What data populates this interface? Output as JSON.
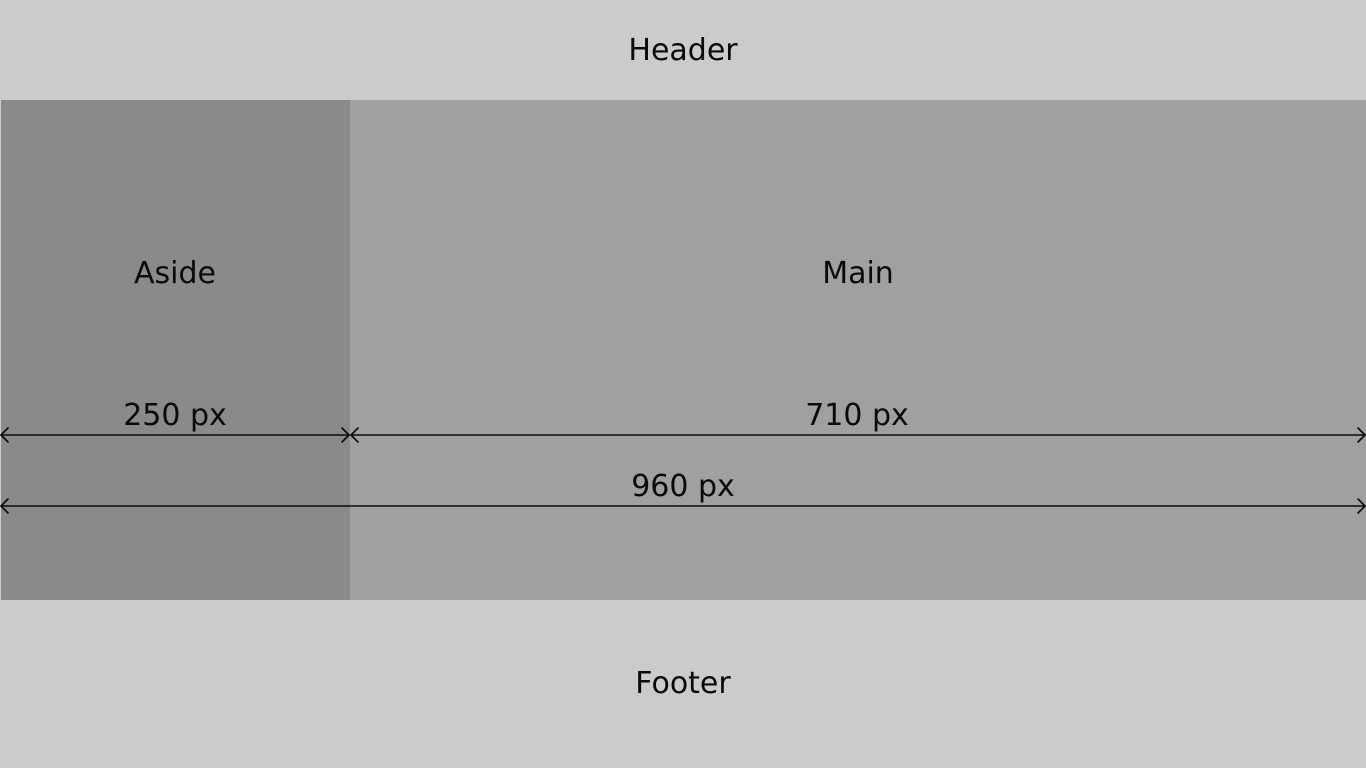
{
  "header": {
    "label": "Header"
  },
  "aside": {
    "label": "Aside"
  },
  "main": {
    "label": "Main"
  },
  "footer": {
    "label": "Footer"
  },
  "dimensions": {
    "aside_width": "250 px",
    "main_width": "710 px",
    "total_width": "960 px"
  },
  "colors": {
    "header_bg": "#cbcbcb",
    "aside_bg": "#8a8a8a",
    "main_bg": "#a0a0a0",
    "footer_bg": "#cbcbcb",
    "line": "#0a0a0a"
  }
}
